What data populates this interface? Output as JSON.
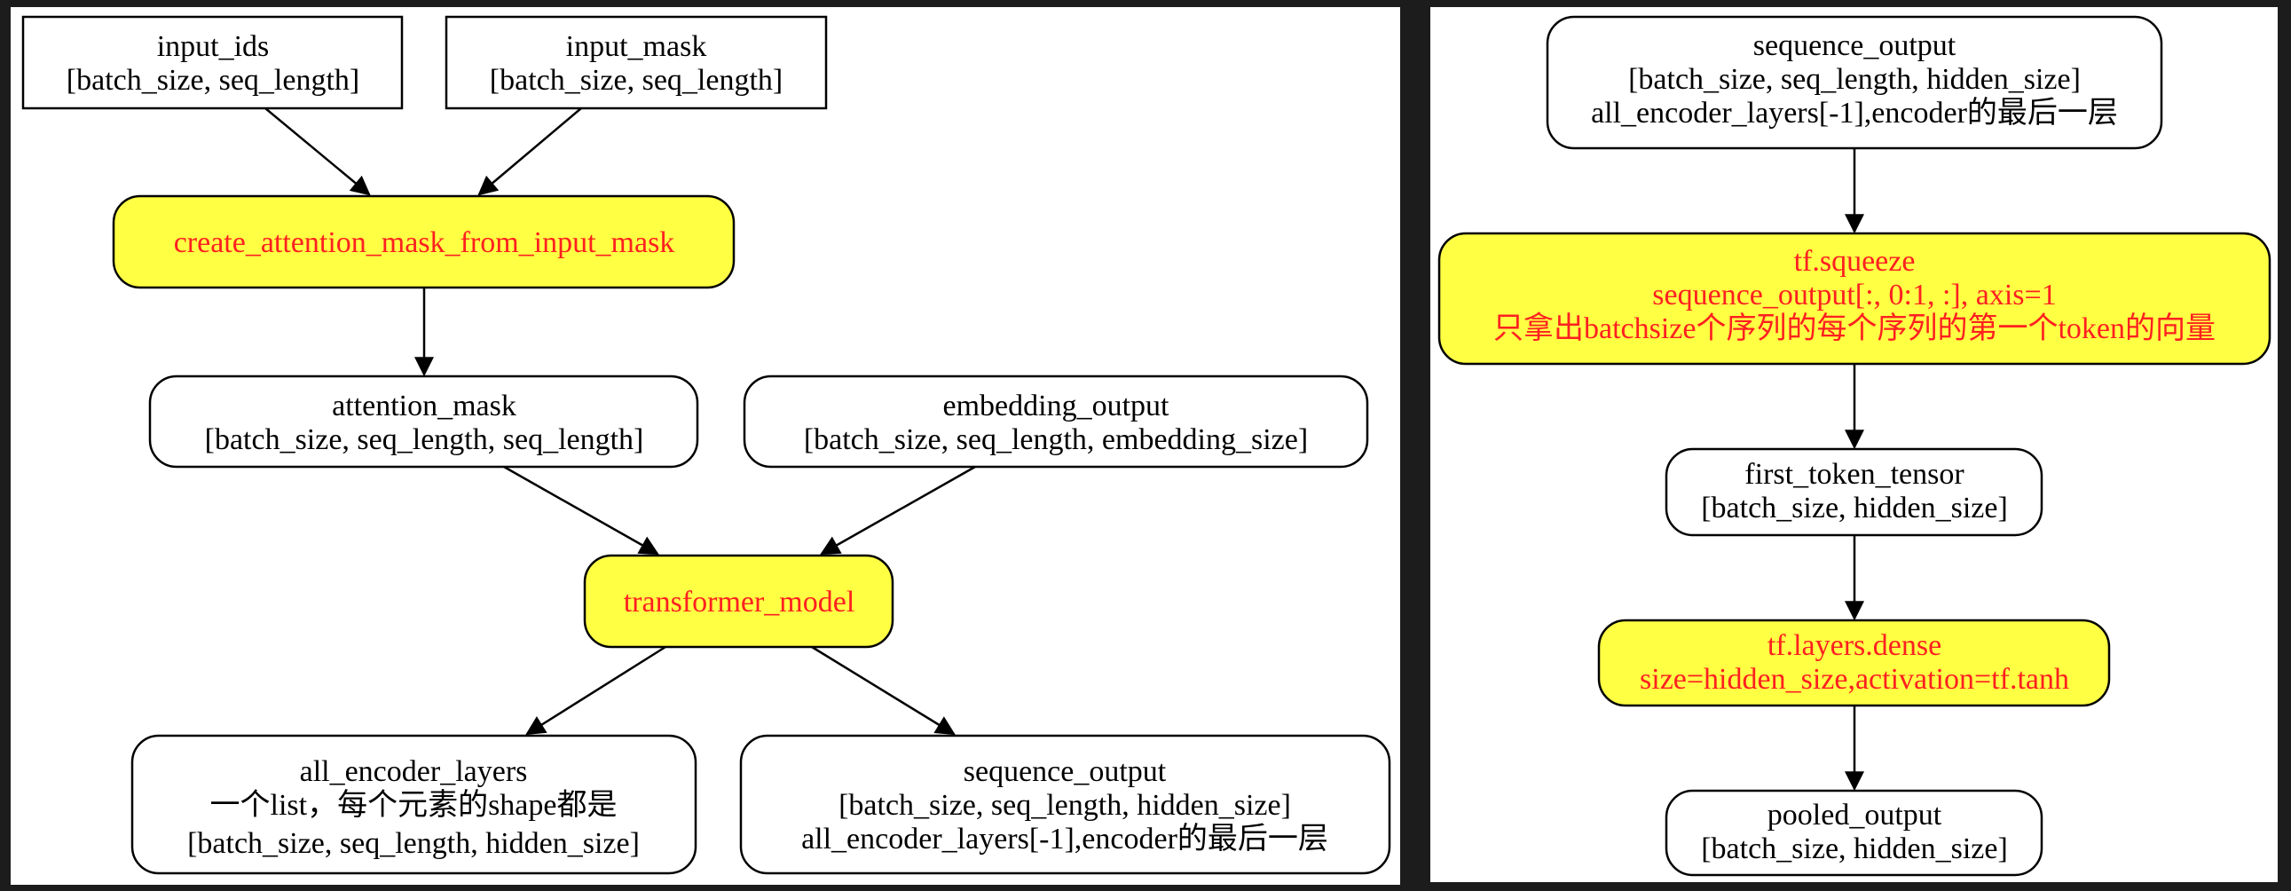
{
  "left_graph": {
    "input_ids": {
      "lines": [
        "input_ids",
        "[batch_size, seq_length]"
      ]
    },
    "input_mask": {
      "lines": [
        "input_mask",
        "[batch_size, seq_length]"
      ]
    },
    "create_mask_op": {
      "lines": [
        "create_attention_mask_from_input_mask"
      ]
    },
    "attention_mask": {
      "lines": [
        "attention_mask",
        "[batch_size, seq_length, seq_length]"
      ]
    },
    "embedding_output": {
      "lines": [
        "embedding_output",
        "[batch_size, seq_length, embedding_size]"
      ]
    },
    "transformer_op": {
      "lines": [
        "transformer_model"
      ]
    },
    "all_encoder_layers": {
      "lines": [
        "all_encoder_layers",
        "一个list，每个元素的shape都是",
        "[batch_size, seq_length, hidden_size]"
      ]
    },
    "sequence_output": {
      "lines": [
        "sequence_output",
        "[batch_size, seq_length, hidden_size]",
        "all_encoder_layers[-1],encoder的最后一层"
      ]
    }
  },
  "right_graph": {
    "sequence_output": {
      "lines": [
        "sequence_output",
        "[batch_size, seq_length, hidden_size]",
        "all_encoder_layers[-1],encoder的最后一层"
      ]
    },
    "squeeze_op": {
      "lines": [
        "tf.squeeze",
        "sequence_output[:, 0:1, :], axis=1",
        "只拿出batchsize个序列的每个序列的第一个token的向量"
      ]
    },
    "first_token_tensor": {
      "lines": [
        "first_token_tensor",
        "[batch_size, hidden_size]"
      ]
    },
    "dense_op": {
      "lines": [
        "tf.layers.dense",
        "size=hidden_size,activation=tf.tanh"
      ]
    },
    "pooled_output": {
      "lines": [
        "pooled_output",
        "[batch_size, hidden_size]"
      ]
    }
  },
  "colors": {
    "op_fill": "#ffff44",
    "op_text": "#ff2020",
    "background": "#1c1c1c"
  }
}
